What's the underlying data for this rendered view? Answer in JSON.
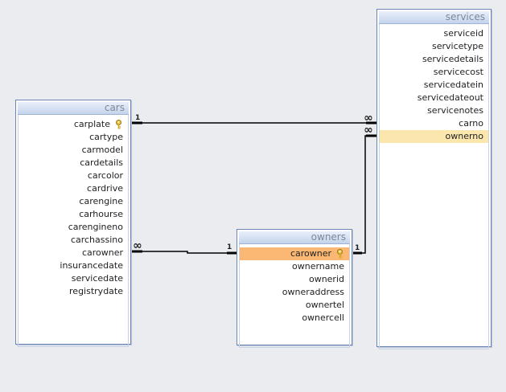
{
  "tables": {
    "cars": {
      "title": "cars",
      "fields": [
        "carplate",
        "cartype",
        "carmodel",
        "cardetails",
        "carcolor",
        "cardrive",
        "carengine",
        "carhourse",
        "carengineno",
        "carchassino",
        "carowner",
        "insurancedate",
        "servicedate",
        "registrydate"
      ]
    },
    "services": {
      "title": "services",
      "fields": [
        "serviceid",
        "servicetype",
        "servicedetails",
        "servicecost",
        "servicedatein",
        "servicedateout",
        "servicenotes",
        "carno",
        "ownerno"
      ]
    },
    "owners": {
      "title": "owners",
      "fields": [
        "carowner",
        "ownername",
        "ownerid",
        "owneraddress",
        "ownertel",
        "ownercell"
      ]
    }
  },
  "relationships": {
    "cars_services": {
      "one": "1",
      "many": "∞"
    },
    "owners_services": {
      "one": "1",
      "many": "∞"
    },
    "cars_owners": {
      "many": "∞",
      "one": "1"
    }
  },
  "colors": {
    "selected_field": "#fbb874",
    "highlighted_field": "#fbe6ae",
    "canvas": "#eaecef"
  },
  "icons": {
    "primary_key": "key-icon"
  }
}
